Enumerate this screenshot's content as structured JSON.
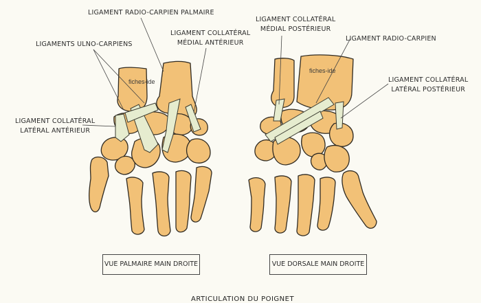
{
  "labels": {
    "radio_carpien_palmaire": "LIGAMENT RADIO-CARPIEN PALMAIRE",
    "ulno_carpiens": "LIGAMENTS ULNO-CARPIENS",
    "collateral_medial_anterieur_1": "LIGAMENT COLLATÉRAL",
    "collateral_medial_anterieur_2": "MÉDIAL ANTÉRIEUR",
    "collateral_lateral_anterieur_1": "LIGAMENT COLLATÉRAL",
    "collateral_lateral_anterieur_2": "LATÉRAL ANTÉRIEUR",
    "collateral_medial_posterieur_1": "LIGAMENT COLLATÉRAL",
    "collateral_medial_posterieur_2": "MÉDIAL POSTÉRIEUR",
    "radio_carpien": "LIGAMENT RADIO-CARPIEN",
    "collateral_lateral_posterieur_1": "LIGAMENT COLLATÉRAL",
    "collateral_lateral_posterieur_2": "LATÉRAL POSTÉRIEUR"
  },
  "watermark_left": "fiches-ide",
  "watermark_right": "fiches-ide",
  "captions": {
    "palmar": "VUE PALMAIRE MAIN DROITE",
    "dorsal": "VUE DORSALE MAIN DROITE"
  },
  "title": "ARTICULATION DU POIGNET",
  "colors": {
    "bone": "#f2c177",
    "bone_outline": "#2f2a22",
    "ligament": "#e6eccf",
    "background": "#fbfaf3"
  }
}
